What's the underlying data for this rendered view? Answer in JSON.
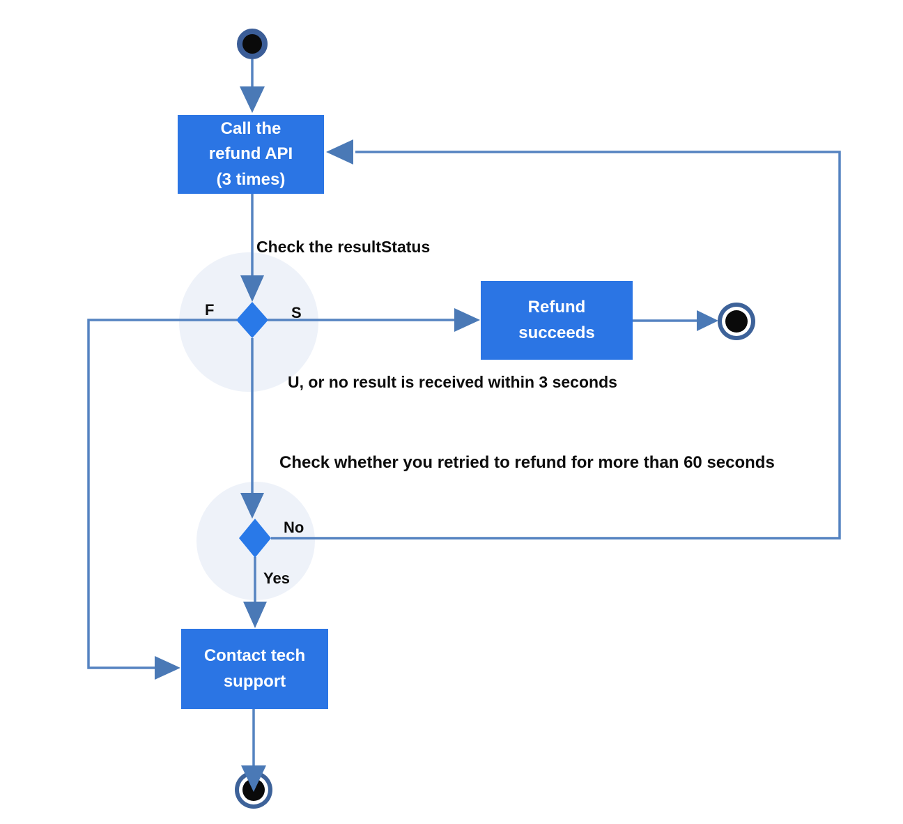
{
  "diagram": {
    "type": "uml-activity-flowchart",
    "nodes": {
      "start": {
        "kind": "initial-node"
      },
      "call_refund_api": {
        "label": "Call the\nrefund API\n(3 times)"
      },
      "refund_succeeds": {
        "label": "Refund\nsucceeds"
      },
      "contact_tech_support": {
        "label": "Contact tech\nsupport"
      },
      "decision_result_status": {
        "kind": "decision"
      },
      "decision_retry_60s": {
        "kind": "decision"
      },
      "end_success": {
        "kind": "final-node"
      },
      "end_support": {
        "kind": "final-node"
      }
    },
    "edge_labels": {
      "check_result_status": "Check the resultStatus",
      "fail": "F",
      "success": "S",
      "u_or_no_result": "U, or no result is received within 3 seconds",
      "check_retry_60s": "Check whether you retried to refund for more than 60 seconds",
      "no": "No",
      "yes": "Yes"
    },
    "colors": {
      "activity_fill": "#2b75e4",
      "activity_text": "#ffffff",
      "decision_fill": "#2979e8",
      "decision_halo": "#eef2f9",
      "connector": "#5583c1",
      "arrowhead": "#4a79b6",
      "terminal_ring": "#3d6299",
      "start_ring": "#3b5d97",
      "node_core": "#0a0a0a",
      "label_text": "#0d0d0d"
    }
  }
}
